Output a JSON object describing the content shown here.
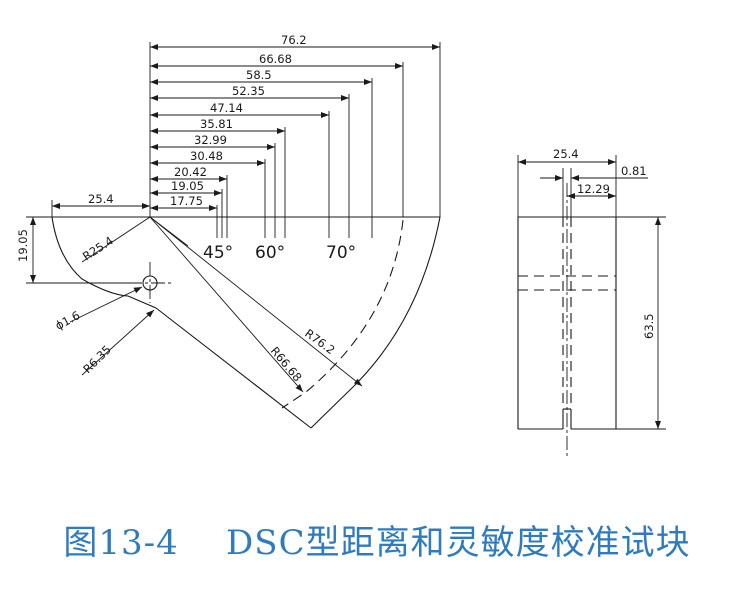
{
  "caption": "图13-4    DSC型距离和灵敏度校准试块",
  "front_view": {
    "top_dims": [
      "76.2",
      "66.68",
      "58.5",
      "52.35",
      "47.14",
      "35.81",
      "32.99",
      "30.48",
      "20.42",
      "19.05",
      "17.75"
    ],
    "left_width": "25.4",
    "left_height": "19.05",
    "radius_small": "R25.4",
    "hole_diameter": "ϕ1.6",
    "hole_radius": "R6.35",
    "radius_mid": "R66.68",
    "radius_large": "R76.2",
    "angle_45": "45°",
    "angle_60": "60°",
    "angle_70": "70°"
  },
  "side_view": {
    "width": "25.4",
    "slot_offset": "0.81",
    "slot_pos": "12.29",
    "height": "63.5"
  }
}
